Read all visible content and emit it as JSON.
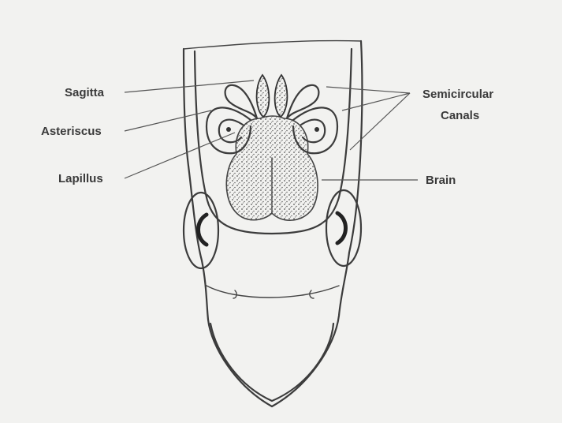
{
  "labels": {
    "sagitta": "Sagitta",
    "asteriscus": "Asteriscus",
    "lapillus": "Lapillus",
    "semicircular_line1": "Semicircular",
    "semicircular_line2": "Canals",
    "brain": "Brain"
  },
  "colors": {
    "background": "#f2f2f0",
    "ink": "#3c3c3c",
    "label_text": "#3a3a3a"
  }
}
